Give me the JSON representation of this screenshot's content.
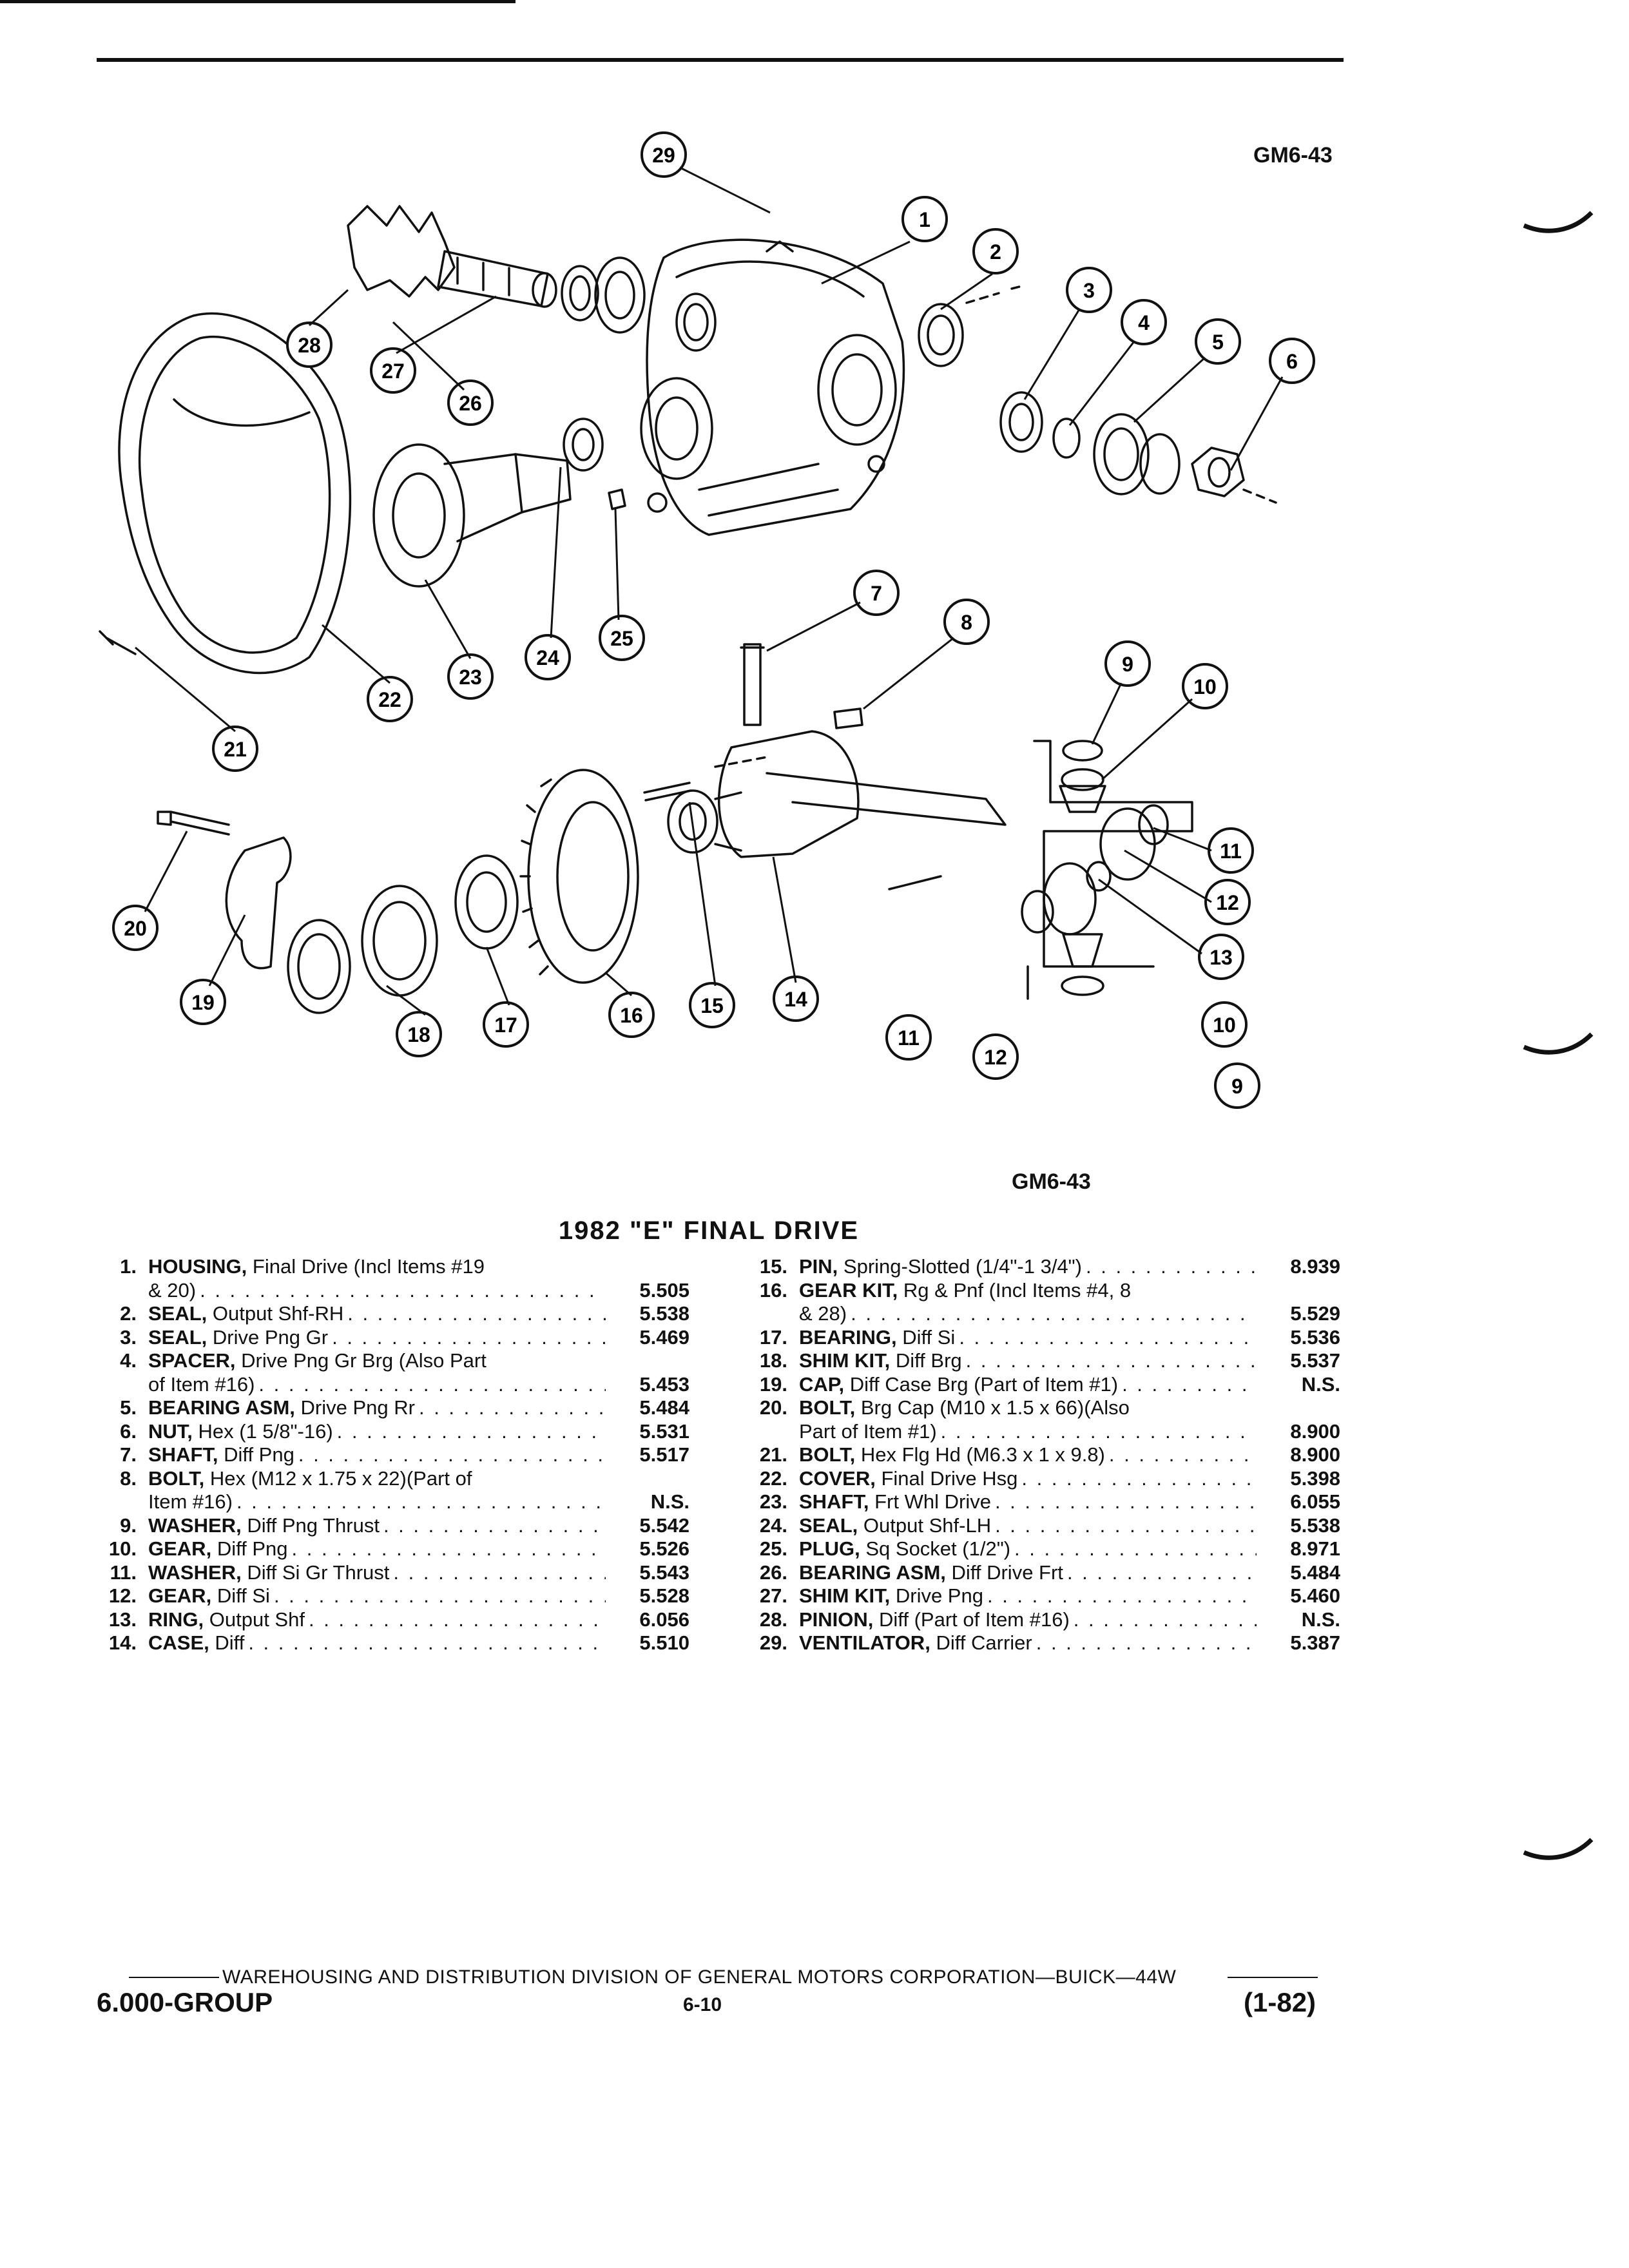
{
  "figure": {
    "id_top": "GM6-43",
    "id_bottom": "GM6-43",
    "callouts": [
      "1",
      "2",
      "3",
      "4",
      "5",
      "6",
      "7",
      "8",
      "9",
      "10",
      "11",
      "12",
      "13",
      "14",
      "15",
      "16",
      "17",
      "18",
      "19",
      "20",
      "21",
      "22",
      "23",
      "24",
      "25",
      "26",
      "27",
      "28",
      "29"
    ]
  },
  "parts_title": "1982 \"E\" FINAL DRIVE",
  "parts_left": [
    {
      "num": "1.",
      "name": "HOUSING,",
      "desc": "Final Drive (Incl Items #19",
      "cont": "& 20)",
      "val": "5.505"
    },
    {
      "num": "2.",
      "name": "SEAL,",
      "desc": "Output Shf-RH",
      "val": "5.538"
    },
    {
      "num": "3.",
      "name": "SEAL,",
      "desc": "Drive Png Gr",
      "val": "5.469"
    },
    {
      "num": "4.",
      "name": "SPACER,",
      "desc": "Drive Png Gr Brg (Also Part",
      "cont": "of Item #16)",
      "val": "5.453"
    },
    {
      "num": "5.",
      "name": "BEARING ASM,",
      "desc": "Drive Png Rr",
      "val": "5.484"
    },
    {
      "num": "6.",
      "name": "NUT,",
      "desc": "Hex (1 5/8\"-16)",
      "val": "5.531"
    },
    {
      "num": "7.",
      "name": "SHAFT,",
      "desc": "Diff Png",
      "val": "5.517"
    },
    {
      "num": "8.",
      "name": "BOLT,",
      "desc": "Hex (M12 x 1.75 x 22)(Part of",
      "cont": "Item #16)",
      "val": "N.S."
    },
    {
      "num": "9.",
      "name": "WASHER,",
      "desc": "Diff Png Thrust",
      "val": "5.542"
    },
    {
      "num": "10.",
      "name": "GEAR,",
      "desc": "Diff Png",
      "val": "5.526"
    },
    {
      "num": "11.",
      "name": "WASHER,",
      "desc": "Diff Si Gr Thrust",
      "val": "5.543"
    },
    {
      "num": "12.",
      "name": "GEAR,",
      "desc": "Diff Si",
      "val": "5.528"
    },
    {
      "num": "13.",
      "name": "RING,",
      "desc": "Output Shf",
      "val": "6.056"
    },
    {
      "num": "14.",
      "name": "CASE,",
      "desc": "Diff",
      "val": "5.510"
    }
  ],
  "parts_right": [
    {
      "num": "15.",
      "name": "PIN,",
      "desc": "Spring-Slotted (1/4\"-1 3/4\")",
      "val": "8.939"
    },
    {
      "num": "16.",
      "name": "GEAR KIT,",
      "desc": "Rg & Pnf (Incl Items #4, 8",
      "cont": "& 28)",
      "val": "5.529"
    },
    {
      "num": "17.",
      "name": "BEARING,",
      "desc": "Diff Si",
      "val": "5.536"
    },
    {
      "num": "18.",
      "name": "SHIM KIT,",
      "desc": "Diff Brg",
      "val": "5.537"
    },
    {
      "num": "19.",
      "name": "CAP,",
      "desc": "Diff Case Brg (Part of Item #1)",
      "val": "N.S."
    },
    {
      "num": "20.",
      "name": "BOLT,",
      "desc": "Brg Cap (M10 x 1.5 x 66)(Also",
      "cont": "Part of Item #1)",
      "val": "8.900"
    },
    {
      "num": "21.",
      "name": "BOLT,",
      "desc": "Hex Flg Hd (M6.3 x 1 x 9.8)",
      "val": "8.900"
    },
    {
      "num": "22.",
      "name": "COVER,",
      "desc": "Final Drive Hsg",
      "val": "5.398"
    },
    {
      "num": "23.",
      "name": "SHAFT,",
      "desc": "Frt Whl Drive",
      "val": "6.055"
    },
    {
      "num": "24.",
      "name": "SEAL,",
      "desc": "Output Shf-LH",
      "val": "5.538"
    },
    {
      "num": "25.",
      "name": "PLUG,",
      "desc": "Sq Socket (1/2\")",
      "val": "8.971"
    },
    {
      "num": "26.",
      "name": "BEARING ASM,",
      "desc": "Diff Drive Frt",
      "val": "5.484"
    },
    {
      "num": "27.",
      "name": "SHIM KIT,",
      "desc": "Drive Png",
      "val": "5.460"
    },
    {
      "num": "28.",
      "name": "PINION,",
      "desc": "Diff (Part of Item #16)",
      "val": "N.S."
    },
    {
      "num": "29.",
      "name": "VENTILATOR,",
      "desc": "Diff Carrier",
      "val": "5.387"
    }
  ],
  "footer": {
    "division": "WAREHOUSING AND DISTRIBUTION DIVISION OF GENERAL MOTORS CORPORATION—BUICK—44W",
    "group": "6.000-GROUP",
    "page": "6-10",
    "date": "(1-82)"
  }
}
